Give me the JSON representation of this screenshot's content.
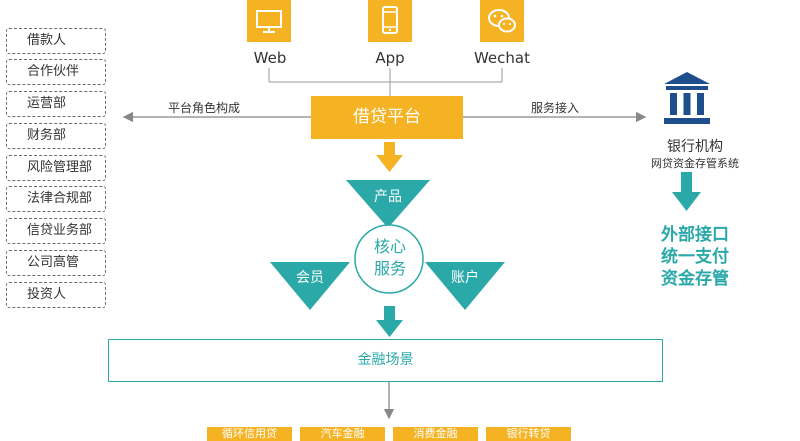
{
  "roles": [
    "借款人",
    "合作伙伴",
    "运营部",
    "财务部",
    "风险管理部",
    "法律合规部",
    "信贷业务部",
    "公司高管",
    "投资人"
  ],
  "channels": {
    "web": "Web",
    "app": "App",
    "wechat": "Wechat"
  },
  "platform": {
    "label": "借贷平台",
    "left_edge_label": "平台角色构成",
    "right_edge_label": "服务接入"
  },
  "core": {
    "product": "产品",
    "member": "会员",
    "account": "账户",
    "center_line1": "核心",
    "center_line2": "服务"
  },
  "scene": "金融场景",
  "scenes_bottom": [
    "循环信用贷",
    "汽车金融",
    "消费金融",
    "银行转贷"
  ],
  "bank": {
    "name": "银行机构",
    "subtitle": "网贷资金存管系统",
    "features": [
      "外部接口",
      "统一支付",
      "资金存管"
    ]
  },
  "colors": {
    "orange": "#f5b324",
    "teal": "#2ba8a8",
    "navy": "#1f4e8c"
  }
}
